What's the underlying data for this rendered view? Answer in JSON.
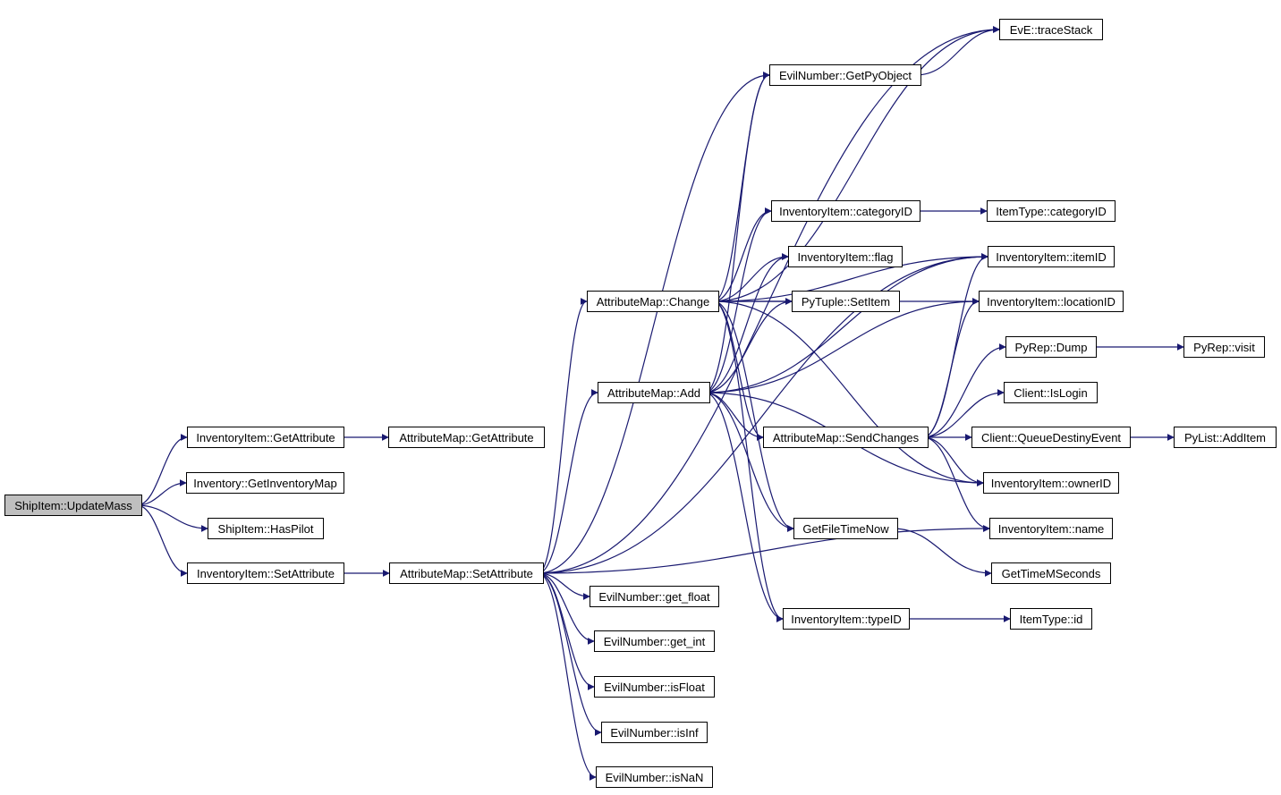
{
  "graph": {
    "edge_color": "#191970",
    "root_fill": "#bfbfbf",
    "nodes": {
      "update_mass": "ShipItem::UpdateMass",
      "inv_get_attribute": "InventoryItem::GetAttribute",
      "get_inventory_map": "Inventory::GetInventoryMap",
      "has_pilot": "ShipItem::HasPilot",
      "inv_set_attribute": "InventoryItem::SetAttribute",
      "am_get_attribute": "AttributeMap::GetAttribute",
      "am_set_attribute": "AttributeMap::SetAttribute",
      "am_change": "AttributeMap::Change",
      "am_add": "AttributeMap::Add",
      "get_float": "EvilNumber::get_float",
      "get_int": "EvilNumber::get_int",
      "is_float": "EvilNumber::isFloat",
      "is_inf": "EvilNumber::isInf",
      "is_nan": "EvilNumber::isNaN",
      "get_py_object": "EvilNumber::GetPyObject",
      "inv_category_id": "InventoryItem::categoryID",
      "inv_flag": "InventoryItem::flag",
      "pytuple_set_item": "PyTuple::SetItem",
      "am_send_changes": "AttributeMap::SendChanges",
      "get_file_time_now": "GetFileTimeNow",
      "inv_type_id": "InventoryItem::typeID",
      "trace_stack": "EvE::traceStack",
      "itemtype_category_id": "ItemType::categoryID",
      "inv_item_id": "InventoryItem::itemID",
      "inv_location_id": "InventoryItem::locationID",
      "pyrep_dump": "PyRep::Dump",
      "client_is_login": "Client::IsLogin",
      "client_queue_destiny_event": "Client::QueueDestinyEvent",
      "inv_owner_id": "InventoryItem::ownerID",
      "inv_name": "InventoryItem::name",
      "get_time_ms": "GetTimeMSeconds",
      "itemtype_id": "ItemType::id",
      "pyrep_visit": "PyRep::visit",
      "pylist_add_item": "PyList::AddItem"
    },
    "edges": [
      [
        "update_mass",
        "inv_get_attribute"
      ],
      [
        "update_mass",
        "get_inventory_map"
      ],
      [
        "update_mass",
        "has_pilot"
      ],
      [
        "update_mass",
        "inv_set_attribute"
      ],
      [
        "inv_get_attribute",
        "am_get_attribute"
      ],
      [
        "inv_set_attribute",
        "am_set_attribute"
      ],
      [
        "am_set_attribute",
        "am_change"
      ],
      [
        "am_set_attribute",
        "am_add"
      ],
      [
        "am_set_attribute",
        "get_float"
      ],
      [
        "am_set_attribute",
        "get_int"
      ],
      [
        "am_set_attribute",
        "is_float"
      ],
      [
        "am_set_attribute",
        "is_inf"
      ],
      [
        "am_set_attribute",
        "is_nan"
      ],
      [
        "am_set_attribute",
        "trace_stack"
      ],
      [
        "am_set_attribute",
        "get_py_object"
      ],
      [
        "am_set_attribute",
        "inv_item_id"
      ],
      [
        "am_set_attribute",
        "inv_name"
      ],
      [
        "am_change",
        "trace_stack"
      ],
      [
        "am_change",
        "get_py_object"
      ],
      [
        "am_change",
        "inv_category_id"
      ],
      [
        "am_change",
        "inv_flag"
      ],
      [
        "am_change",
        "pytuple_set_item"
      ],
      [
        "am_change",
        "am_send_changes"
      ],
      [
        "am_change",
        "get_file_time_now"
      ],
      [
        "am_change",
        "inv_type_id"
      ],
      [
        "am_change",
        "inv_item_id"
      ],
      [
        "am_change",
        "inv_location_id"
      ],
      [
        "am_change",
        "inv_owner_id"
      ],
      [
        "am_add",
        "get_py_object"
      ],
      [
        "am_add",
        "inv_category_id"
      ],
      [
        "am_add",
        "inv_flag"
      ],
      [
        "am_add",
        "pytuple_set_item"
      ],
      [
        "am_add",
        "am_send_changes"
      ],
      [
        "am_add",
        "get_file_time_now"
      ],
      [
        "am_add",
        "inv_type_id"
      ],
      [
        "am_add",
        "inv_item_id"
      ],
      [
        "am_add",
        "inv_location_id"
      ],
      [
        "am_add",
        "inv_owner_id"
      ],
      [
        "get_py_object",
        "trace_stack"
      ],
      [
        "inv_category_id",
        "itemtype_category_id"
      ],
      [
        "am_send_changes",
        "client_queue_destiny_event"
      ],
      [
        "am_send_changes",
        "pyrep_dump"
      ],
      [
        "am_send_changes",
        "client_is_login"
      ],
      [
        "am_send_changes",
        "inv_item_id"
      ],
      [
        "am_send_changes",
        "inv_location_id"
      ],
      [
        "am_send_changes",
        "inv_owner_id"
      ],
      [
        "am_send_changes",
        "inv_name"
      ],
      [
        "pyrep_dump",
        "pyrep_visit"
      ],
      [
        "client_queue_destiny_event",
        "pylist_add_item"
      ],
      [
        "get_file_time_now",
        "get_time_ms"
      ],
      [
        "inv_type_id",
        "itemtype_id"
      ]
    ]
  }
}
